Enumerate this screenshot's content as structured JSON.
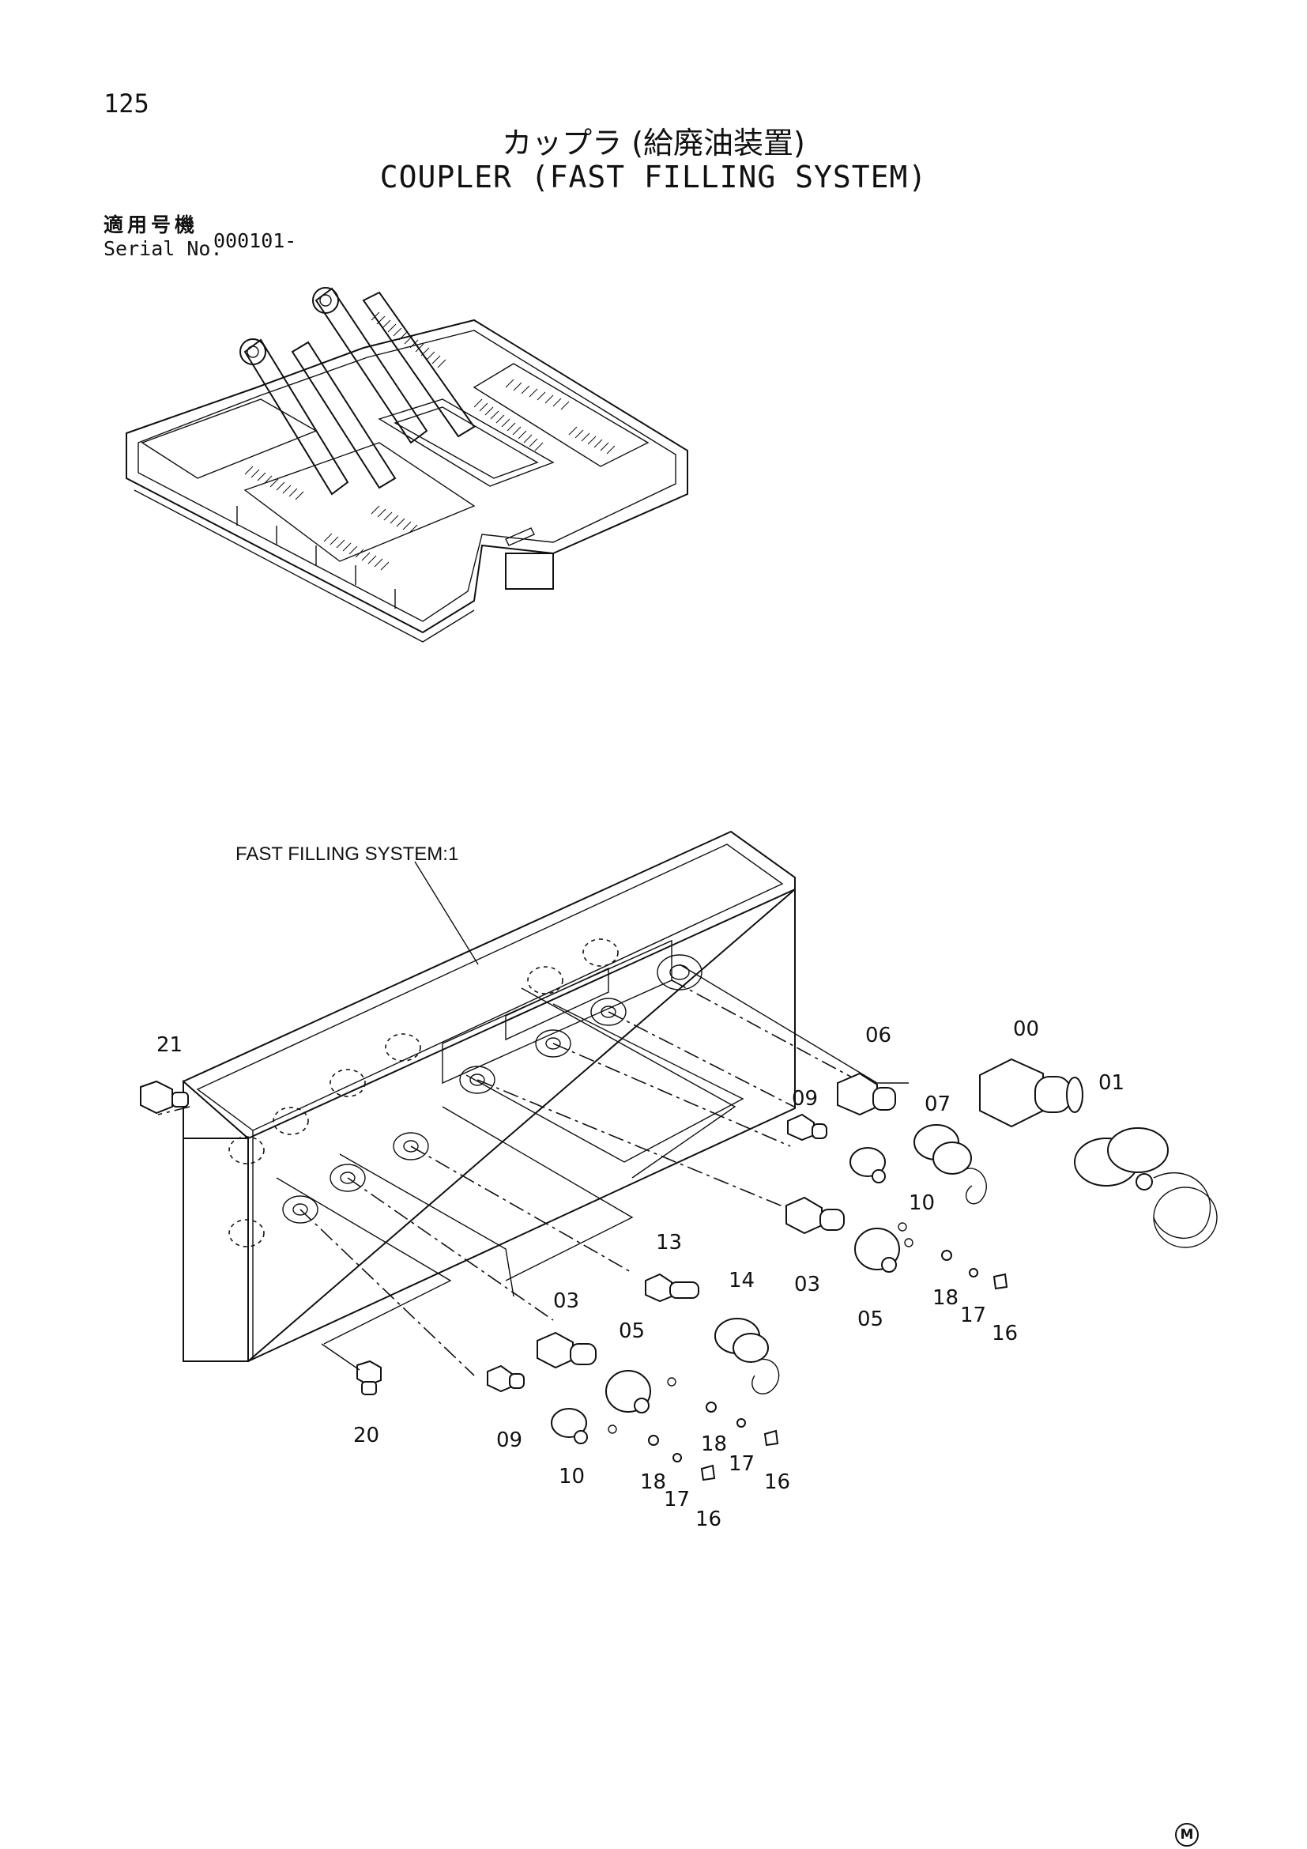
{
  "page": {
    "number": "125",
    "title_jp": "カップラ (給廃油装置)",
    "title_en": "COUPLER (FAST FILLING SYSTEM)",
    "serial_label_jp": "適用号機",
    "serial_label_en": "Serial No.",
    "serial_value": "000101-",
    "footer_mark": "M"
  },
  "diagram": {
    "callout": "FAST FILLING SYSTEM:1",
    "labels": [
      "21",
      "00",
      "01",
      "06",
      "07",
      "09",
      "10",
      "13",
      "14",
      "03",
      "05",
      "18",
      "17",
      "16",
      "20",
      "09",
      "03",
      "05",
      "10",
      "18",
      "17",
      "16",
      "18",
      "17",
      "16"
    ]
  }
}
